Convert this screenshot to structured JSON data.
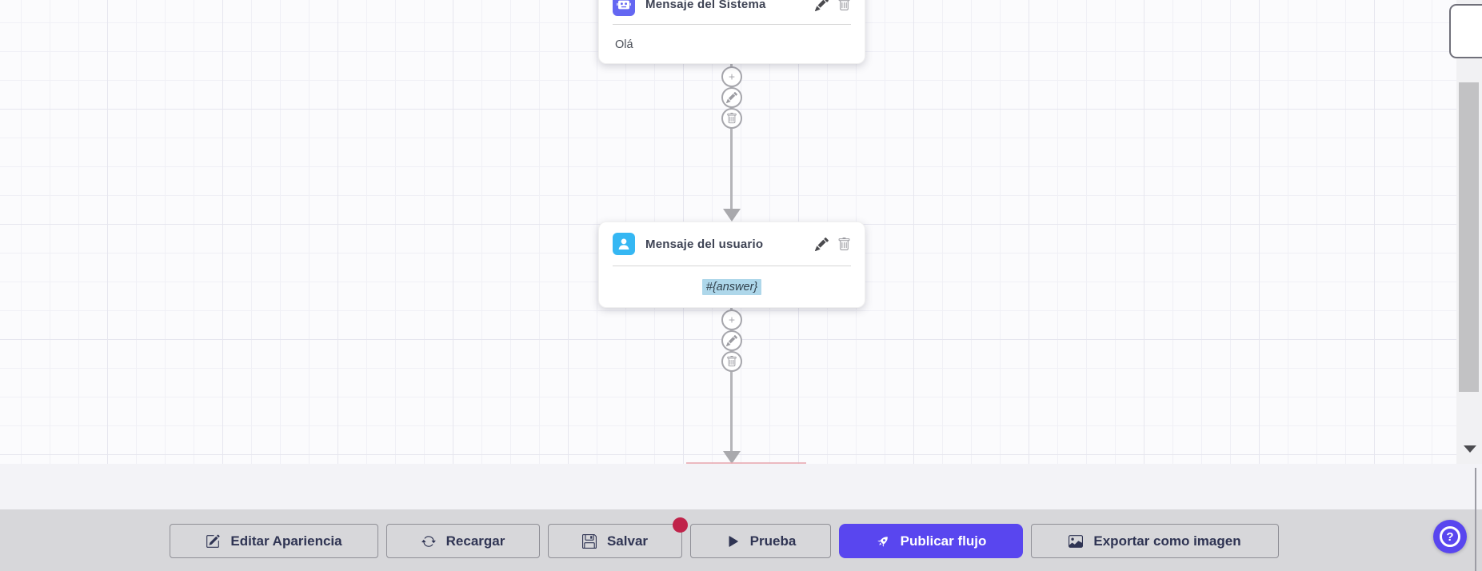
{
  "flow": {
    "nodes": [
      {
        "title": "Mensaje del Sistema",
        "content": "Olá",
        "icon": "robot-icon",
        "icon_bg": "#6467f2",
        "actions": [
          "edit",
          "delete"
        ],
        "content_highlighted": false
      },
      {
        "title": "Mensaje del usuario",
        "content": "#{answer}",
        "icon": "user-icon",
        "icon_bg": "#35b7f3",
        "actions": [
          "edit",
          "delete"
        ],
        "content_highlighted": true
      }
    ],
    "connector_buttons": [
      "add-node",
      "edit-connection",
      "delete-connection"
    ]
  },
  "toolbar": {
    "buttons": [
      {
        "label": "Editar Apariencia",
        "icon": "edit-square-icon",
        "variant": "outline"
      },
      {
        "label": "Recargar",
        "icon": "refresh-icon",
        "variant": "outline"
      },
      {
        "label": "Salvar",
        "icon": "save-icon",
        "variant": "outline",
        "has_badge": true
      },
      {
        "label": "Prueba",
        "icon": "play-icon",
        "variant": "outline"
      },
      {
        "label": "Publicar flujo",
        "icon": "rocket-icon",
        "variant": "primary"
      },
      {
        "label": "Exportar como imagen",
        "icon": "image-icon",
        "variant": "outline"
      }
    ],
    "badge_color": "#c0234a"
  },
  "help_button": {
    "icon": "question-mark-icon",
    "label": "?"
  },
  "colors": {
    "primary": "#5946ef",
    "system_node_icon_bg": "#6467f2",
    "user_node_icon_bg": "#35b7f3",
    "answer_highlight": "#aed7ea",
    "unsaved_badge": "#c0234a",
    "toolbar_bg": "#d7d7da",
    "connector_gray": "#a9a9ad"
  }
}
